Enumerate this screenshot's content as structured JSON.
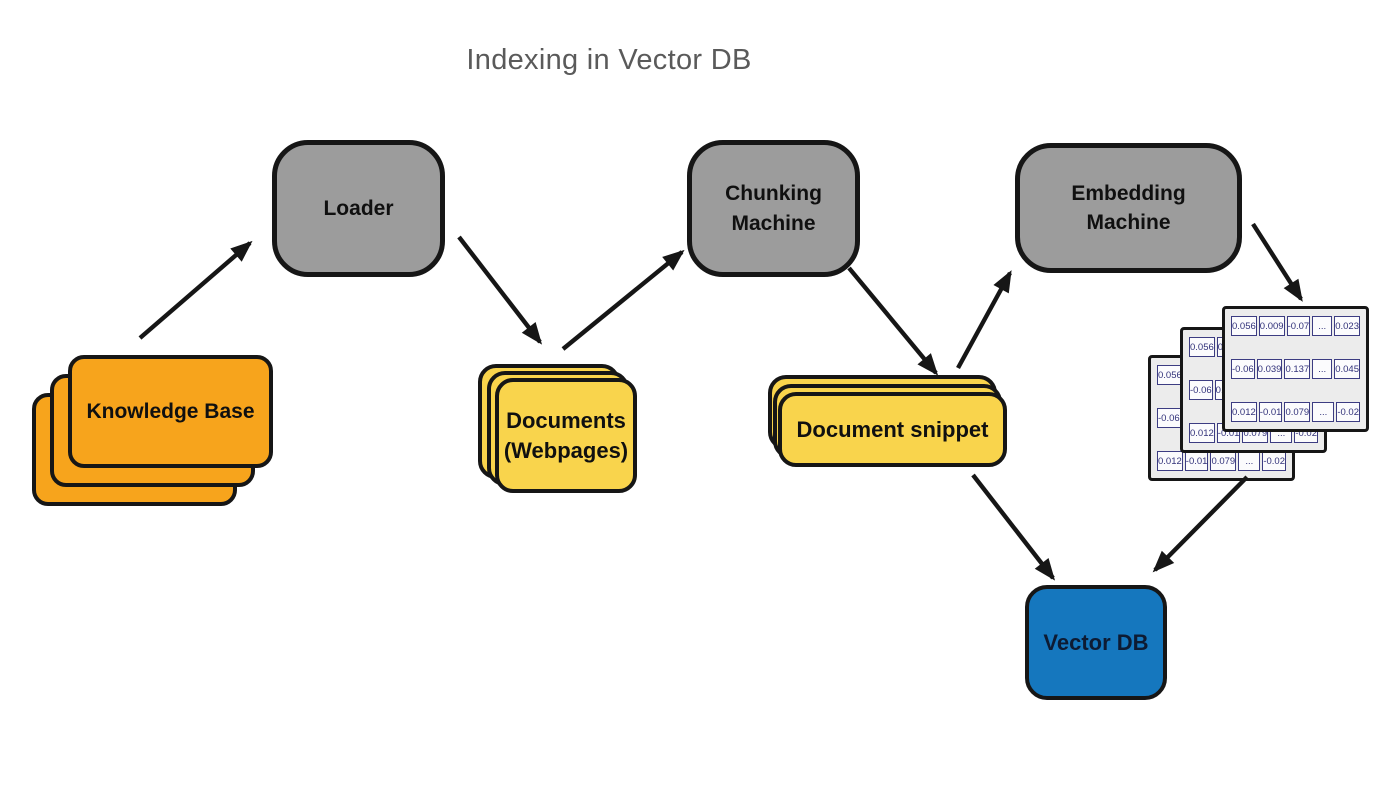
{
  "title": "Indexing in Vector DB",
  "colors": {
    "knowledge_base": "#F7A41C",
    "documents": "#F9D44C",
    "machines": "#9C9C9C",
    "vector_db": "#1577BE",
    "title_text": "#5a5a5a",
    "arrow": "#161616",
    "matrix_cell_border": "#3c3c82",
    "matrix_cell_text": "#32327a"
  },
  "nodes": {
    "knowledge_base": {
      "label": "Knowledge Base"
    },
    "loader": {
      "label": "Loader"
    },
    "documents": {
      "lines": [
        "Documents",
        "(Webpages)"
      ]
    },
    "chunking_machine": {
      "lines": [
        "Chunking",
        "Machine"
      ]
    },
    "document_snippet": {
      "label": "Document snippet"
    },
    "embedding_machine": {
      "lines": [
        "Embedding",
        "Machine"
      ]
    },
    "vector_db": {
      "label": "Vector DB"
    }
  },
  "embedding_matrix": {
    "rows": [
      [
        "0.056",
        "0.009",
        "-0.07",
        "...",
        "0.023"
      ],
      [
        "-0.06",
        "0.039",
        "0.137",
        "...",
        "0.045"
      ],
      [
        "0.012",
        "-0.01",
        "0.079",
        "...",
        "-0.02"
      ]
    ]
  },
  "edges": [
    {
      "from": "knowledge-base",
      "to": "loader"
    },
    {
      "from": "loader",
      "to": "documents"
    },
    {
      "from": "documents",
      "to": "chunking-machine"
    },
    {
      "from": "chunking-machine",
      "to": "document-snippet"
    },
    {
      "from": "document-snippet",
      "to": "embedding-machine"
    },
    {
      "from": "embedding-machine",
      "to": "embedding-matrix"
    },
    {
      "from": "document-snippet",
      "to": "vector-db"
    },
    {
      "from": "embedding-matrix",
      "to": "vector-db"
    }
  ]
}
